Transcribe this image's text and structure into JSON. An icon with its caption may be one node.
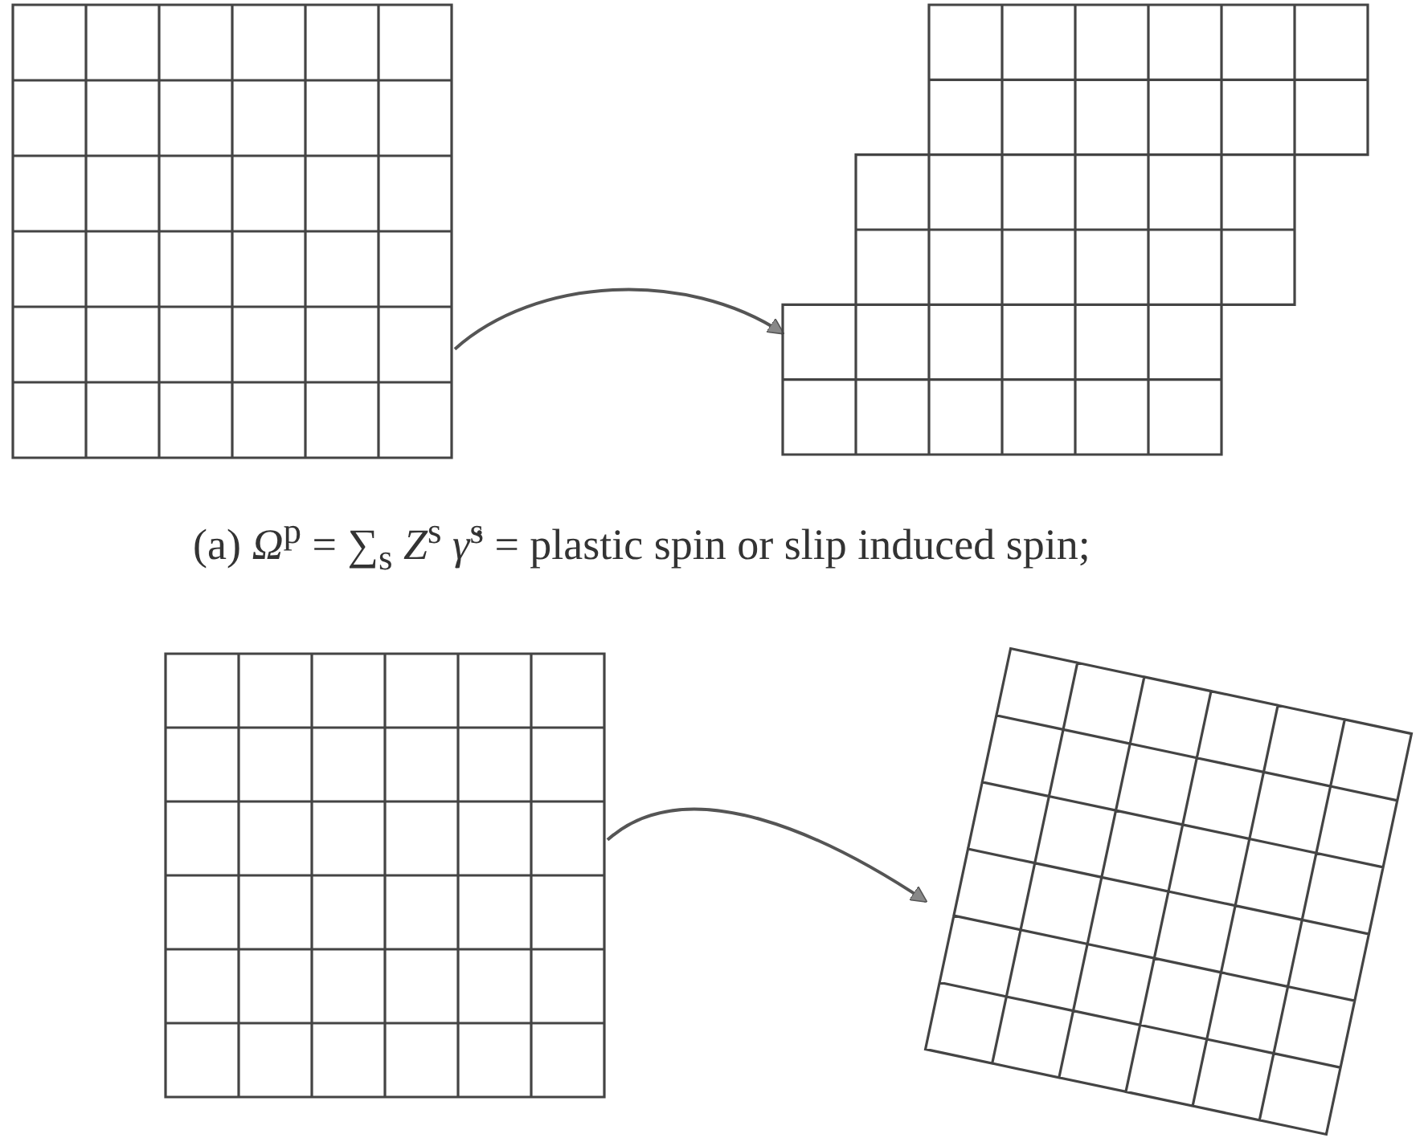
{
  "diagram": {
    "nodes": [
      {
        "text": [],
        "shape": "picture"
      },
      {
        "text": [],
        "shape": "picture"
      },
      {
        "text": [],
        "shape": "picture"
      },
      {
        "text": [],
        "shape": "picture"
      }
    ],
    "edges": [
      {
        "from": 0,
        "to": 1,
        "arrow": "to"
      },
      {
        "from": 2,
        "to": 3,
        "arrow": "to"
      }
    ],
    "labels": [
      "(a) *Ω*$^{p}$ = ∑$_{s}$ *Z*$^{s}$ *γ̇*$^{s}$ = plastic spin or slip induced spin;"
    ]
  }
}
